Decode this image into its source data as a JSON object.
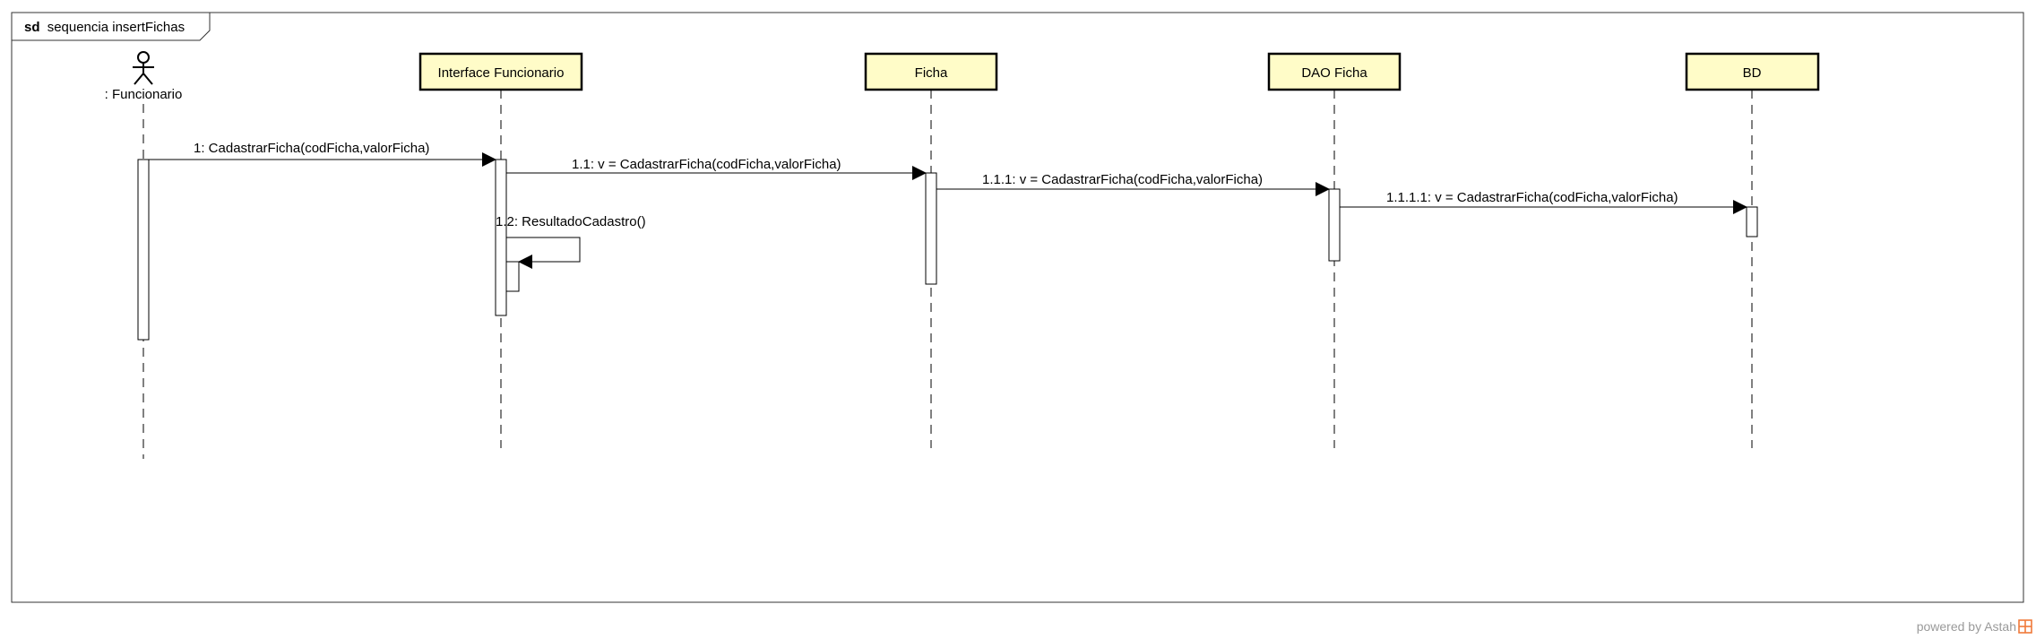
{
  "frame": {
    "keyword": "sd",
    "name": "sequencia insertFichas"
  },
  "lifelines": [
    {
      "id": "funcionario",
      "kind": "actor",
      "label": ": Funcionario"
    },
    {
      "id": "interface",
      "kind": "object",
      "label": "Interface Funcionario"
    },
    {
      "id": "ficha",
      "kind": "object",
      "label": "Ficha"
    },
    {
      "id": "dao",
      "kind": "object",
      "label": "DAO Ficha"
    },
    {
      "id": "bd",
      "kind": "object",
      "label": "BD"
    }
  ],
  "messages": [
    {
      "label": "1: CadastrarFicha(codFicha,valorFicha)",
      "from": "funcionario",
      "to": "interface"
    },
    {
      "label": "1.1: v = CadastrarFicha(codFicha,valorFicha)",
      "from": "interface",
      "to": "ficha"
    },
    {
      "label": "1.1.1: v = CadastrarFicha(codFicha,valorFicha)",
      "from": "ficha",
      "to": "dao"
    },
    {
      "label": "1.1.1.1: v = CadastrarFicha(codFicha,valorFicha)",
      "from": "dao",
      "to": "bd"
    },
    {
      "label": "1.2: ResultadoCadastro()",
      "from": "interface",
      "to": "interface"
    }
  ],
  "footer": {
    "powered_by": "powered by Astah"
  },
  "colors": {
    "object_fill": "#fffcc8",
    "line": "#000000",
    "frame_border": "#333333",
    "footer_text": "#9a9a9a",
    "astah_logo": "#f07a3a"
  }
}
